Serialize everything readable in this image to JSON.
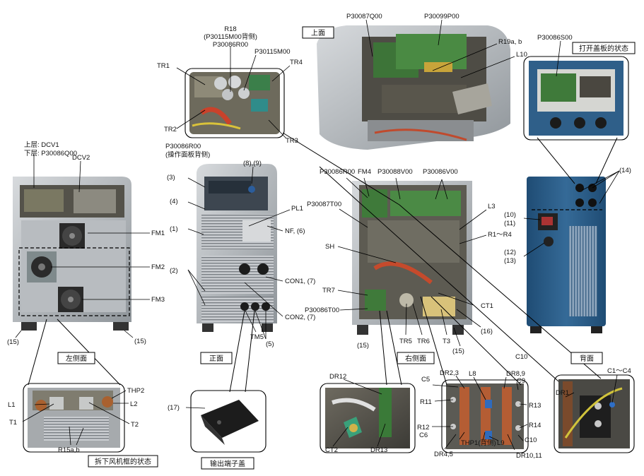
{
  "views": {
    "top": "上面",
    "left": "左侧面",
    "front": "正面",
    "right": "右侧面",
    "back": "背面",
    "open_cover": "打开盖板的状态",
    "fan_removed": "拆下风机框的状态",
    "terminal_cover": "输出端子盖"
  },
  "labels": {
    "tr1": "TR1",
    "tr2": "TR2",
    "tr3": "TR3",
    "tr4": "TR4",
    "r18": "R18",
    "r18_note": "(P30115M00背侧)",
    "p30086r00_top": "P30086R00",
    "p30115m00": "P30115M00",
    "p30087q00": "P30087Q00",
    "p30099p00": "P30099P00",
    "r19ab": "R19a, b",
    "l10": "L10",
    "p30086s00": "P30086S00",
    "dcv1": "上层: DCV1",
    "p30086q00": "下层: P30086Q00",
    "dcv2": "DCV2",
    "fm1": "FM1",
    "fm2": "FM2",
    "fm3": "FM3",
    "n15_a": "(15)",
    "n15_b": "(15)",
    "n15_c": "(15)",
    "n15_d": "(15)",
    "p30086r00_front": "P30086R00",
    "p30086r00_front_note": "(操作面板背侧)",
    "n8_9": "(8),(9)",
    "n3": "(3)",
    "n4": "(4)",
    "n1": "(1)",
    "n2": "(2)",
    "pl1": "PL1",
    "nf6": "NF, (6)",
    "con1": "CON1, (7)",
    "con2": "CON2, (7)",
    "tm5": "TM5",
    "n5": "(5)",
    "p30086r00_right": "P30086R00",
    "fm4": "FM4",
    "p30088v00": "P30088V00",
    "p30086v00": "P30086V00",
    "p30087t00": "P30087T00",
    "l3": "L3",
    "r1_r4": "R1～R4",
    "sh": "SH",
    "tr7": "TR7",
    "p30086t00": "P30086T00",
    "ct1": "CT1",
    "tr5": "TR5",
    "tr6": "TR6",
    "t3": "T3",
    "n16": "(16)",
    "n14": "(14)",
    "n10": "(10)",
    "n11": "(11)",
    "n12": "(12)",
    "n13": "(13)",
    "l1": "L1",
    "t1": "T1",
    "thp2": "THP2",
    "l2": "L2",
    "t2": "T2",
    "r15ab": "R15a,b",
    "n17": "(17)",
    "dr12": "DR12",
    "ct2": "CT2",
    "dr13": "DR13",
    "c10_top": "C10",
    "dr23": "DR2,3",
    "c5": "C5",
    "l8": "L8",
    "dr89": "DR8,9",
    "c9": "C9",
    "r11": "R11",
    "r13": "R13",
    "r12": "R12",
    "r14": "R14",
    "c6": "C6",
    "dr45": "DR4,5",
    "thp1": "THP1(背侧)",
    "l9": "L9",
    "dr1011": "DR10,11",
    "c10_bot": "C10",
    "dr1": "DR1",
    "c1c4": "C1～C4"
  },
  "colors": {
    "chassis": "#b9bdc2",
    "chassis_dark": "#7d8388",
    "back_panel": "#2d5f8a",
    "photo_bg": "#5a5f58",
    "pcb_green": "#3f7a3a"
  }
}
